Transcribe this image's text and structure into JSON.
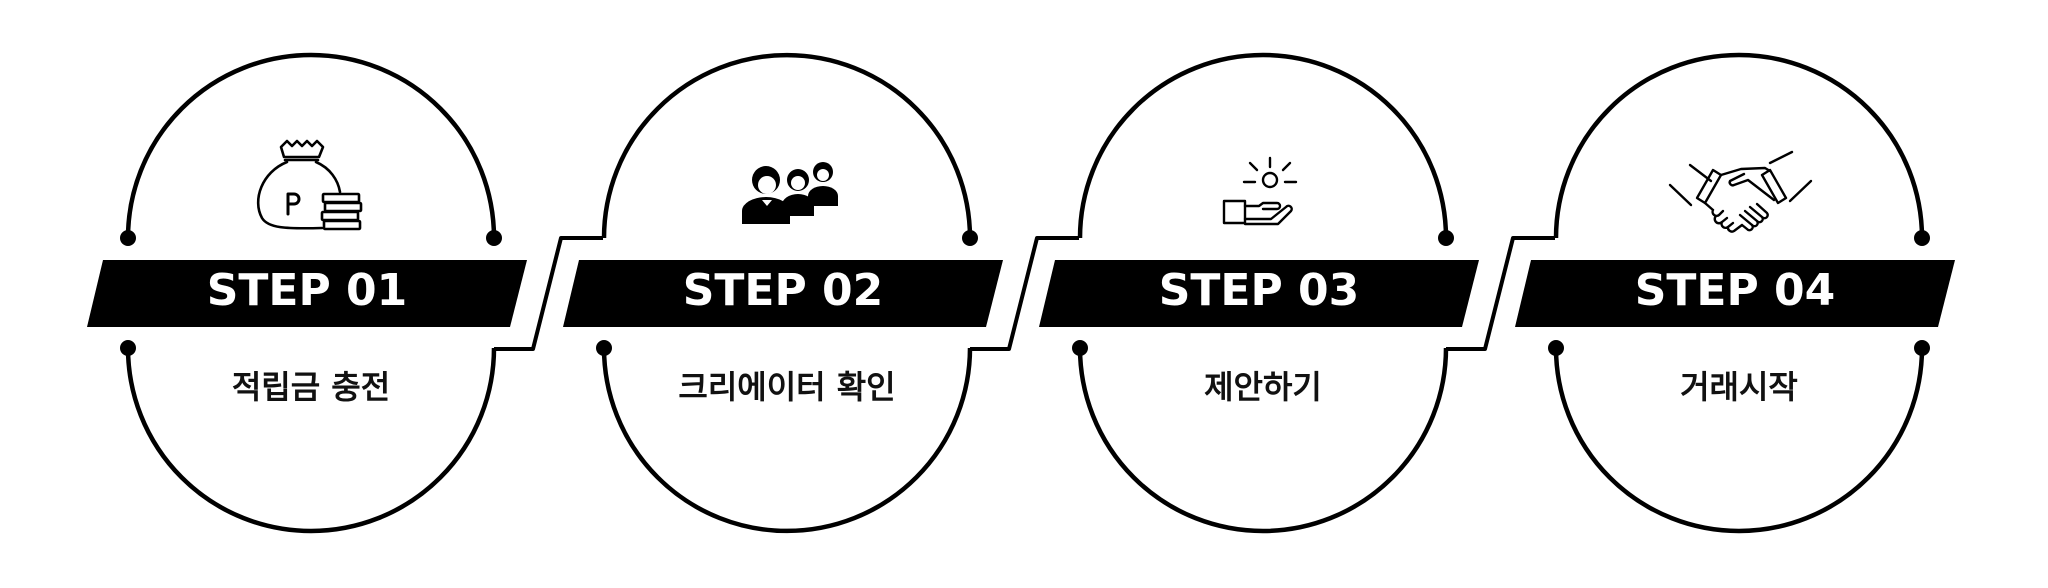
{
  "steps": [
    {
      "label": "STEP 01",
      "text": "적립금 충전",
      "icon": "money-bag-coins-icon"
    },
    {
      "label": "STEP 02",
      "text": "크리에이터 확인",
      "icon": "people-group-icon"
    },
    {
      "label": "STEP 03",
      "text": "제안하기",
      "icon": "hand-offer-idea-icon"
    },
    {
      "label": "STEP 04",
      "text": "거래시작",
      "icon": "handshake-icon"
    }
  ],
  "colors": {
    "ink": "#000000",
    "band_text": "#ffffff",
    "background": "#ffffff"
  }
}
